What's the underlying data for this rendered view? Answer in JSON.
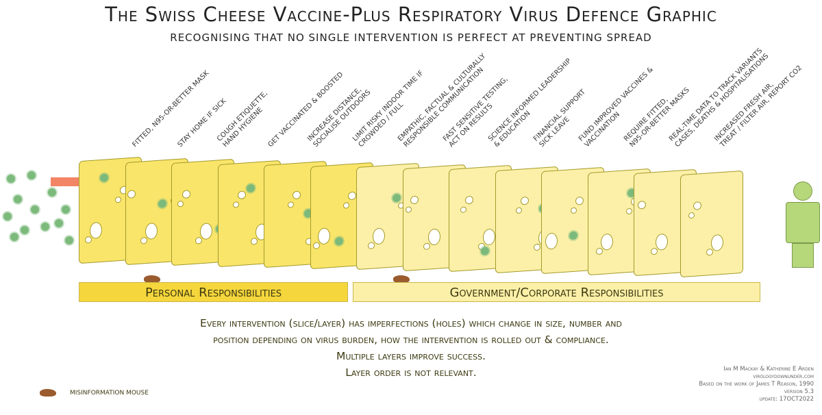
{
  "title": "The Swiss Cheese Vaccine-Plus Respiratory Virus Defence Graphic",
  "subtitle": "Recognising that no single intervention is perfect at preventing spread",
  "layers": [
    {
      "label": "Fitted, N95-or-better mask",
      "group": "personal"
    },
    {
      "label": "Stay home if sick",
      "group": "personal"
    },
    {
      "label": "Cough etiquette,\nhand hygiene",
      "group": "personal"
    },
    {
      "label": "Get vaccinated & boosted",
      "group": "personal"
    },
    {
      "label": "Increase distance,\nsocialise outdoors",
      "group": "personal"
    },
    {
      "label": "Limit risky indoor time if\ncrowded / full",
      "group": "personal"
    },
    {
      "label": "Empathic, factual & culturally\nresponsible communication",
      "group": "government"
    },
    {
      "label": "Fast sensitive testing,\nact on results",
      "group": "government"
    },
    {
      "label": "Science informed leadership\n& education",
      "group": "government"
    },
    {
      "label": "Financial support\nsick leave",
      "group": "government"
    },
    {
      "label": "Fund improved vaccines &\nvaccination",
      "group": "government"
    },
    {
      "label": "Require fitted,\nN95-or-better masks",
      "group": "government"
    },
    {
      "label": "Real-time data to track variants\ncases, deaths & hospitalisations",
      "group": "government"
    },
    {
      "label": "Increased fresh air,\ntreat / filter air, report CO2",
      "group": "government"
    }
  ],
  "groups": {
    "personal": "Personal Responsibilities",
    "government": "Government/Corporate Responsibilities"
  },
  "description": [
    "Every intervention (slice/layer) has imperfections (holes) which change in size, number and",
    "position depending on virus burden, how the intervention is rolled out & compliance.",
    "Multiple layers improve success.",
    "Layer order is not relevant."
  ],
  "legend": {
    "mouse": "Misinformation mouse"
  },
  "credits": [
    "Ian M Mackay & Katherine E Arden",
    "virologydownunder.com",
    "Based on the work of James T Reason, 1990",
    "version 5.3",
    "update: 17OCT2022"
  ],
  "colors": {
    "personal": "#f9e56a",
    "government": "#fcf0a8",
    "virus": "#7cba7c",
    "beam": "#f0704a"
  }
}
